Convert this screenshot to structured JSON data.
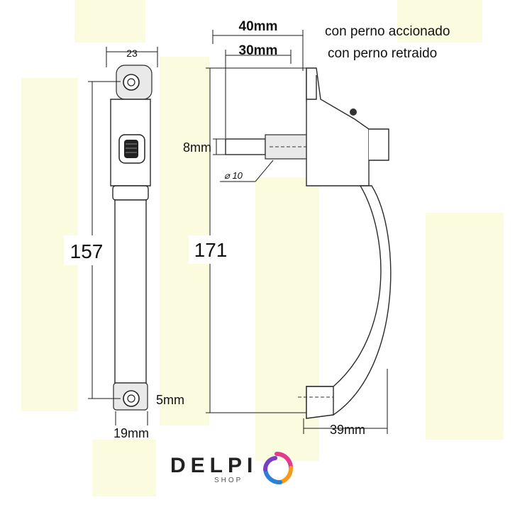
{
  "legend": {
    "line1": "con perno accionado",
    "line2": "con perno retraido"
  },
  "front_view": {
    "width_top": "23",
    "height": "157",
    "hole_size": "5mm",
    "width_bottom": "19mm"
  },
  "side_view": {
    "pin_extended": "40mm",
    "pin_retracted": "30mm",
    "pin_offset": "8mm",
    "pin_diameter": "⌀ 10",
    "height": "171",
    "depth": "39mm"
  },
  "logo": {
    "brand": "DELPI",
    "sub": "SHOP"
  },
  "colors": {
    "background_tint": "#fbfbe0",
    "line": "#1a1a1a",
    "logo_text": "#222222"
  }
}
